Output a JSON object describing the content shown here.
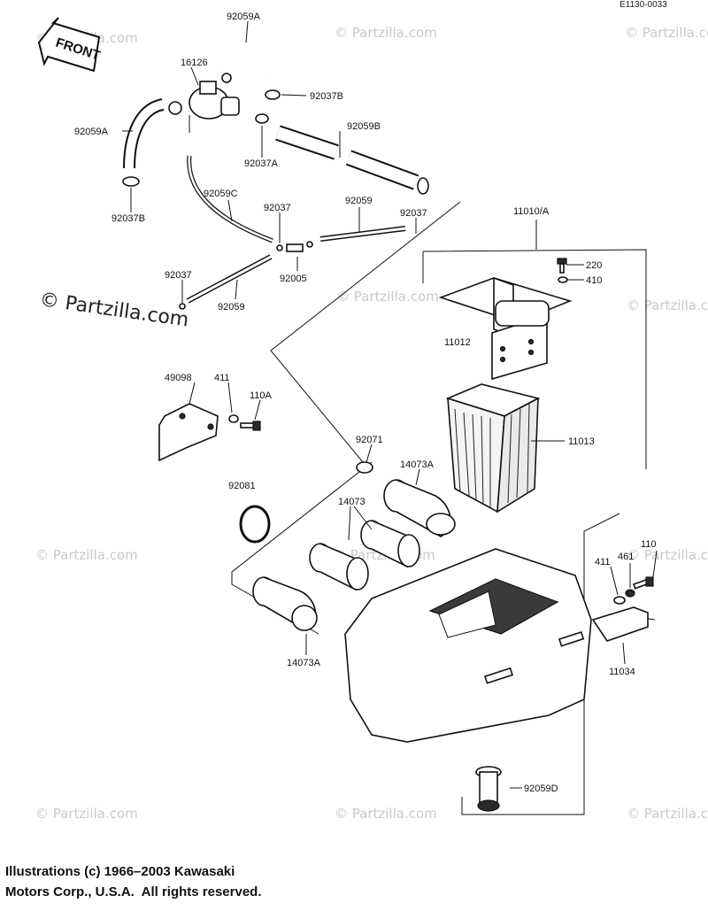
{
  "drawing_code": "E1130-0033",
  "front_label": "FRONT",
  "watermark_main": "© Partzilla.com",
  "watermark_tile": "© Partzilla.com",
  "copyright": {
    "line1": "Illustrations (c) 1966–2003 Kawasaki",
    "line2": "Motors Corp., U.S.A.  All rights reserved."
  },
  "callouts": {
    "c92059A_top": "92059A",
    "c16126": "16126",
    "c92037B_right": "92037B",
    "c92059A_left": "92059A",
    "c92037A": "92037A",
    "c92059B": "92059B",
    "c92037B_left": "92037B",
    "c92059C": "92059C",
    "c92037_mid": "92037",
    "c92059_right": "92059",
    "c92037_right": "92037",
    "c11010A": "11010/A",
    "c220": "220",
    "c410": "410",
    "c92037_low": "92037",
    "c92005": "92005",
    "c92059_low": "92059",
    "c11012": "11012",
    "c49098": "49098",
    "c411_top": "411",
    "c110A": "110A",
    "c92071": "92071",
    "c11013": "11013",
    "c14073A_top": "14073A",
    "c92081": "92081",
    "c14073": "14073",
    "c110": "110",
    "c461": "461",
    "c411_right": "411",
    "c14073A_low": "14073A",
    "c11034": "11034",
    "c92059D": "92059D"
  }
}
